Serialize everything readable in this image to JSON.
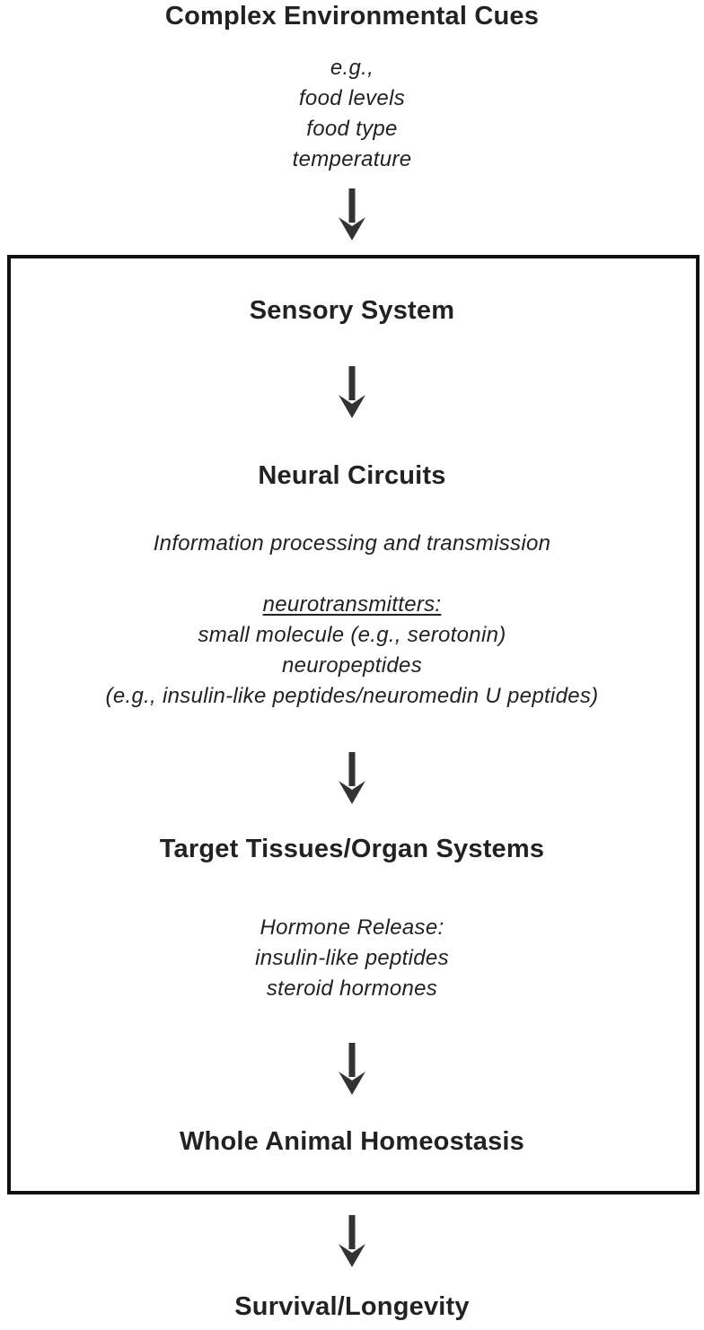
{
  "header": {
    "title": "Complex Environmental Cues",
    "examples_intro": "e.g.,",
    "examples": [
      "food levels",
      "food type",
      "temperature"
    ]
  },
  "box": {
    "sensory": "Sensory System",
    "neural": {
      "title": "Neural Circuits",
      "subtitle": "Information processing and transmission",
      "nt_label": "neurotransmitters:",
      "nt_lines": [
        "small molecule (e.g., serotonin)",
        "neuropeptides",
        "(e.g., insulin-like peptides/neuromedin U peptides)"
      ]
    },
    "target": {
      "title": "Target Tissues/Organ Systems",
      "hormone_label": "Hormone Release:",
      "hormone_lines": [
        "insulin-like peptides",
        "steroid hormones"
      ]
    },
    "homeostasis": "Whole Animal Homeostasis"
  },
  "footer": {
    "outcome": "Survival/Longevity"
  },
  "colors": {
    "text": "#222222",
    "arrow": "#333333",
    "frame": "#111111"
  }
}
